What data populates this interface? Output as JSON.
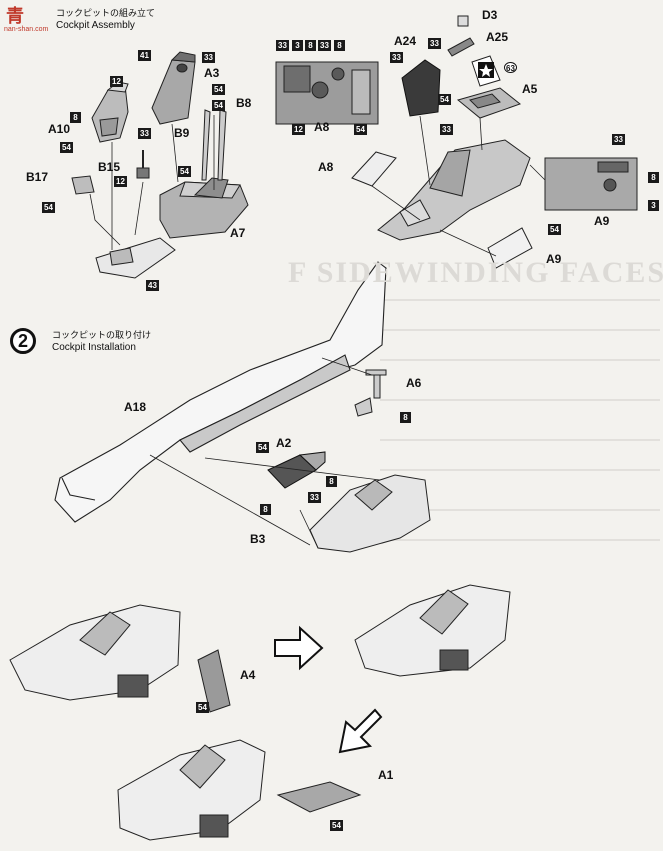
{
  "watermark": {
    "logo": "青",
    "site": "nan-shan.com"
  },
  "step1": {
    "title_jp": "コックピットの組み立て",
    "title_en": "Cockpit Assembly",
    "parts": {
      "a3": "A3",
      "a7": "A7",
      "a8": "A8",
      "a9": "A9",
      "a10": "A10",
      "b8": "B8",
      "b9": "B9",
      "b15": "B15",
      "b17": "B17",
      "a24": "A24",
      "a25": "A25",
      "d3": "D3",
      "a5": "A5",
      "a8b": "A8",
      "a9b": "A9"
    },
    "colors": {
      "c41": "41",
      "c33": "33",
      "c12": "12",
      "c54": "54",
      "c8": "8",
      "c43": "43",
      "c3": "3",
      "c63": "63"
    }
  },
  "step2": {
    "number": "2",
    "title_jp": "コックピットの取り付け",
    "title_en": "Cockpit Installation",
    "parts": {
      "a18": "A18",
      "a6": "A6",
      "a2": "A2",
      "b3": "B3",
      "a4": "A4",
      "a1": "A1"
    },
    "colors": {
      "c8": "8",
      "c54": "54",
      "c33": "33"
    }
  },
  "background_text": "F SIDEWINDING FACES"
}
